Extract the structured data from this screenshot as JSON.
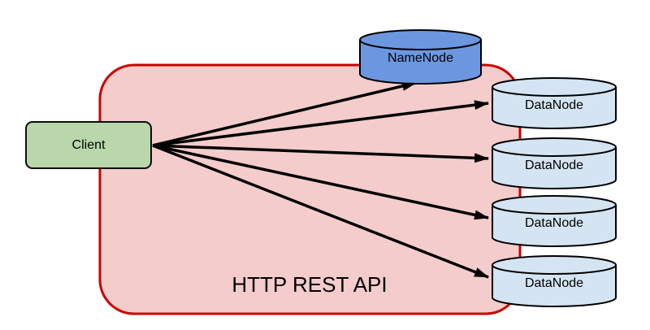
{
  "diagram": {
    "title": "HTTP REST API",
    "client": {
      "label": "Client"
    },
    "namenode": {
      "label": "NameNode"
    },
    "datanodes": [
      {
        "label": "DataNode"
      },
      {
        "label": "DataNode"
      },
      {
        "label": "DataNode"
      },
      {
        "label": "DataNode"
      }
    ],
    "arrows": [
      {
        "from": "Client",
        "to": "NameNode"
      },
      {
        "from": "Client",
        "to": "DataNode-1"
      },
      {
        "from": "Client",
        "to": "DataNode-2"
      },
      {
        "from": "Client",
        "to": "DataNode-3"
      },
      {
        "from": "Client",
        "to": "DataNode-4"
      }
    ],
    "colors": {
      "boundary_fill": "#f4cccc",
      "boundary_border": "#cc0000",
      "client_fill": "#b9d7aa",
      "namenode_fill": "#6c97e0",
      "datanode_fill": "#d4e4f2",
      "node_border": "#000000",
      "arrow": "#000000"
    }
  }
}
